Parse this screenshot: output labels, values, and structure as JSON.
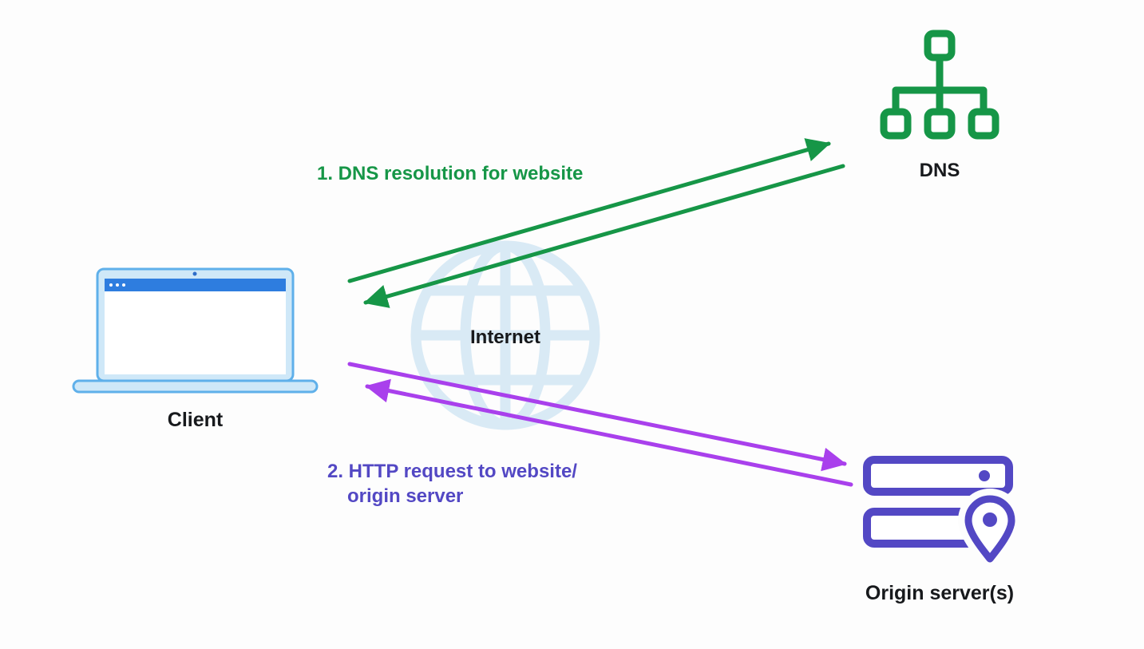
{
  "colors": {
    "green": "#169647",
    "purple": "#a940ec",
    "indigo": "#5348c4",
    "text": "#17191c",
    "globe": "#d9eaf5",
    "laptop_fill": "#cfe8f8",
    "laptop_border": "#5fb0ea",
    "laptop_titlebar": "#2e7ddf"
  },
  "nodes": {
    "client": {
      "label": "Client"
    },
    "internet": {
      "label": "Internet"
    },
    "dns": {
      "label": "DNS"
    },
    "origin": {
      "label": "Origin server(s)"
    }
  },
  "flows": {
    "dns_resolution": {
      "step": "1",
      "label": "1. DNS resolution for website",
      "from": "Client",
      "to": "DNS",
      "bidirectional": true
    },
    "http_request": {
      "step": "2",
      "label_line1": "2. HTTP request to website/",
      "label_line2": "origin server",
      "from": "Client",
      "to": "Origin server(s)",
      "bidirectional": true
    }
  }
}
